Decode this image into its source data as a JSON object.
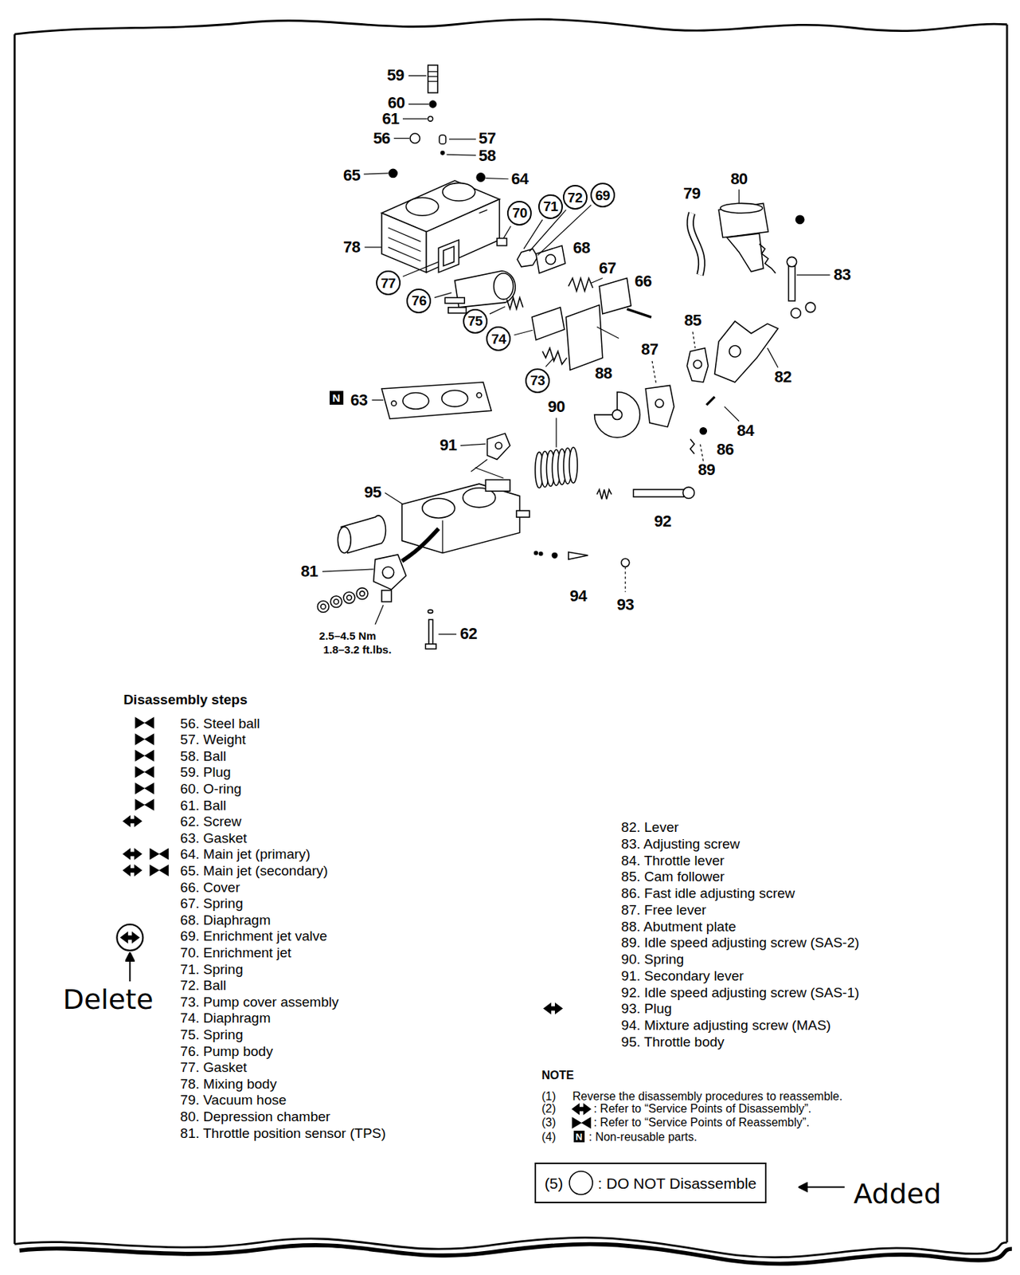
{
  "diagram": {
    "title": "Disassembly steps",
    "nodes": [
      {
        "text": [
          "70"
        ]
      },
      {
        "text": [
          "71"
        ]
      },
      {
        "text": [
          "72"
        ]
      },
      {
        "text": [
          "69"
        ]
      },
      {
        "text": [
          "77"
        ]
      },
      {
        "text": [
          "76"
        ]
      },
      {
        "text": [
          "75"
        ]
      },
      {
        "text": [
          "74"
        ]
      },
      {
        "text": [
          "73"
        ]
      },
      {
        "text": [
          "N"
        ]
      },
      {
        "text": [
          "N"
        ]
      },
      {
        "text": [
          "(5)",
          ": DO NOT Disassemble"
        ]
      }
    ],
    "labels": [
      "59",
      "60",
      "61",
      "56",
      "57",
      "58",
      "65",
      "64",
      "79",
      "80",
      "78",
      "68",
      "67",
      "66",
      "83",
      "85",
      "87",
      "88",
      "82",
      "63",
      "90",
      "84",
      "91",
      "86",
      "89",
      "95",
      "92",
      "81",
      "94",
      "93",
      "2.5–4.5 Nm",
      "1.8–3.2 ft.lbs.",
      "62",
      "56. Steel ball",
      "57. Weight",
      "58. Ball",
      "59. Plug",
      "60. O-ring",
      "61. Ball",
      "62. Screw",
      "63. Gasket",
      "64. Main jet (primary)",
      "65. Main jet (secondary)",
      "66. Cover",
      "67. Spring",
      "68. Diaphragm",
      "69. Enrichment jet valve",
      "70. Enrichment jet",
      "71. Spring",
      "72. Ball",
      "73. Pump cover assembly",
      "74. Diaphragm",
      "75. Spring",
      "76. Pump body",
      "77. Gasket",
      "78. Mixing body",
      "79. Vacuum hose",
      "80. Depression chamber",
      "81. Throttle position sensor (TPS)",
      "82. Lever",
      "83. Adjusting screw",
      "84. Throttle lever",
      "85. Cam follower",
      "86. Fast idle adjusting screw",
      "87. Free lever",
      "88. Abutment plate",
      "89. Idle speed adjusting screw (SAS-2)",
      "90. Spring",
      "91. Secondary lever",
      "92. Idle speed adjusting screw (SAS-1)",
      "93. Plug",
      "94. Mixture adjusting screw (MAS)",
      "95. Throttle body",
      "NOTE",
      "(1)",
      "Reverse the disassembly procedures to reassemble.",
      "(2)",
      ": Refer to “Service Points of Disassembly”.",
      "(3)",
      ": Refer to “Service Points of Reassembly”.",
      "(4)",
      ": Non-reusable parts.",
      "Delete",
      "Added"
    ]
  }
}
